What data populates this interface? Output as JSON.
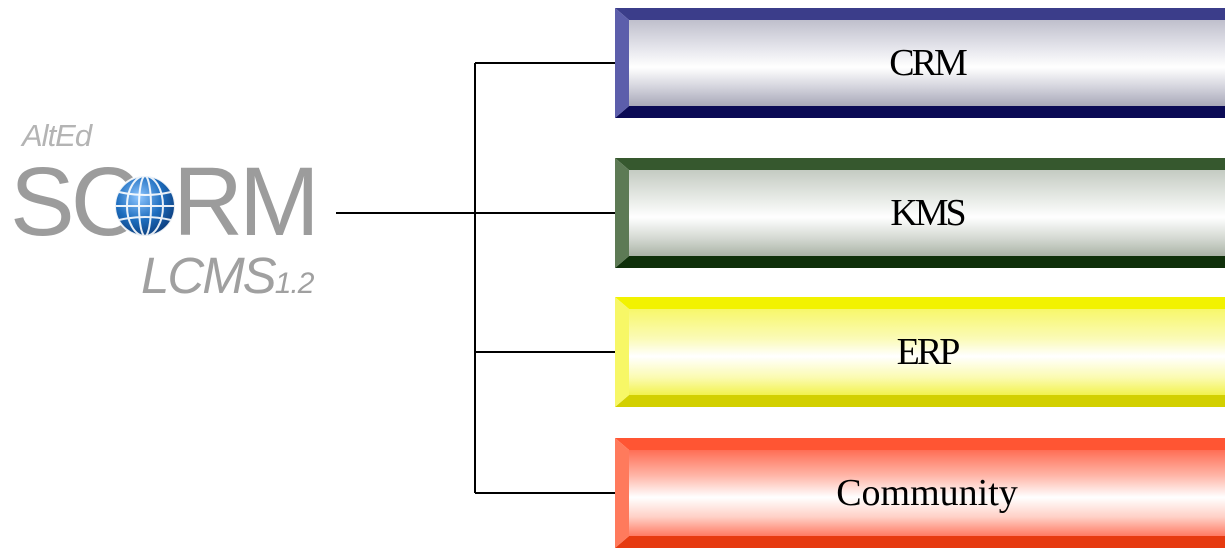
{
  "logo": {
    "brand": "AltEd",
    "product_prefix": "SC",
    "product_suffix": "RM",
    "subtitle": "LCMS",
    "version": "1.2"
  },
  "nodes": [
    {
      "label": "CRM"
    },
    {
      "label": "KMS"
    },
    {
      "label": "ERP"
    },
    {
      "label": "Community"
    }
  ],
  "colors": {
    "crm": "#1a1a6e",
    "kms": "#1f4a18",
    "erp": "#f0f000",
    "community": "#ff4422",
    "connector": "#000000",
    "logo_gray": "#9c9c9c",
    "globe_blue": "#1e6ebf"
  }
}
